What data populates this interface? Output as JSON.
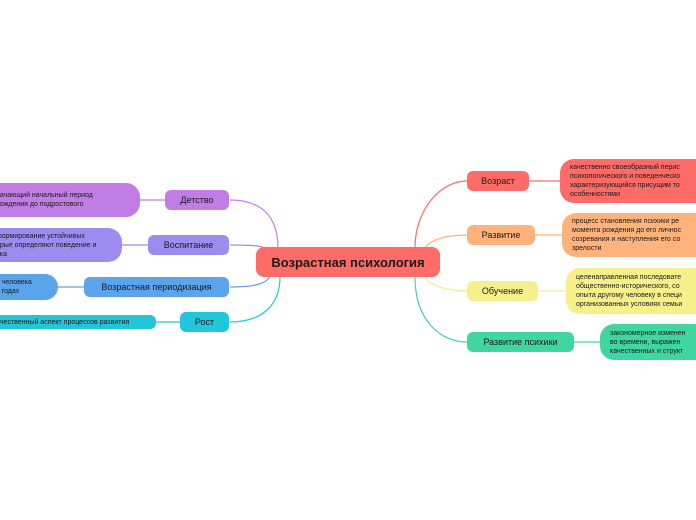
{
  "central": "Возрастная психология",
  "left": [
    {
      "topic": "Детство",
      "desc": [
        "начающий начальный период",
        "рождения до подростового"
      ],
      "color": "#c07de6"
    },
    {
      "topic": "Воспитание",
      "desc": [
        "формирование устойчивых",
        "орые определяют поведение и",
        "ека"
      ],
      "color": "#9c8cf0"
    },
    {
      "topic": "Возрастная периодизация",
      "desc": [
        "а человека",
        "в годах"
      ],
      "color": "#5aa4ec"
    },
    {
      "topic": "Рост",
      "desc": [
        "ичественный аспект процессов развития"
      ],
      "color": "#22c6d8"
    }
  ],
  "right": [
    {
      "topic": "Возраст",
      "desc": [
        "качественно своеобразный перис",
        "психологического и поведенческо",
        "характеризующийся присущим то",
        "особенностями"
      ],
      "color": "#ff6b66"
    },
    {
      "topic": "Развитие",
      "desc": [
        "процесс становления психики ре",
        "момента рождения до его личнос",
        "созревания и наступления его со",
        "зрелости"
      ],
      "color": "#ffb27a"
    },
    {
      "topic": "Обучение",
      "desc": [
        "целенаправленная последовате",
        "общественно-исторического, со",
        "опыта другому человеку в специ",
        "организованных условиях семьи"
      ],
      "color": "#f7ef8a"
    },
    {
      "topic": "Развитие психики",
      "desc": [
        "закономерное изменен",
        "во времени, выражен",
        "качественных и структ"
      ],
      "color": "#3fd6a0"
    }
  ]
}
